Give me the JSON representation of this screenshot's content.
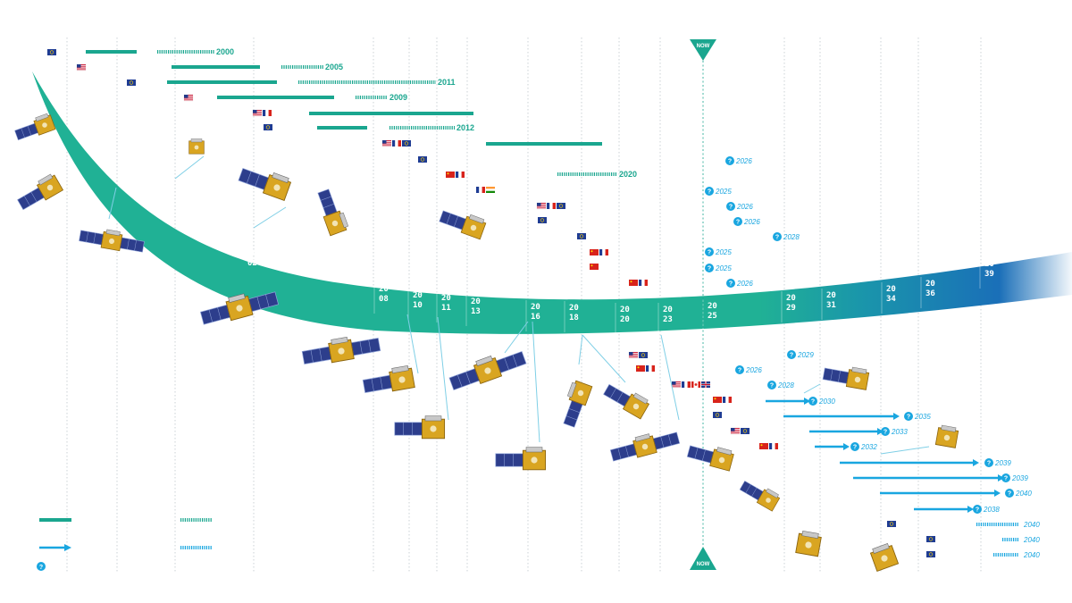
{
  "colors": {
    "teal": "#1aa68f",
    "blue": "#19a6e0",
    "band_start": "#20b195",
    "band_end": "#1a6fb8",
    "flag_eu": "#1f3c93",
    "flag_red": "#d8231b"
  },
  "now_label": "NOW",
  "axis_years": [
    "2002",
    "2008",
    "2010",
    "2011",
    "2013",
    "2016",
    "2018",
    "2020",
    "2023",
    "2025",
    "2029",
    "2031",
    "2034",
    "2036",
    "2039"
  ],
  "end_labels": [
    "2000",
    "2005",
    "2011",
    "2009",
    "2012",
    "2020"
  ],
  "future_labels": [
    "2026",
    "2025",
    "2026",
    "2026",
    "2028",
    "2025",
    "2025",
    "2026"
  ],
  "bottom_labels": [
    "2029",
    "2026",
    "2028",
    "2030",
    "2035",
    "2033",
    "2032",
    "2039",
    "2039",
    "2040",
    "2038",
    "2040",
    "2040",
    "2040"
  ],
  "question_mark": "?",
  "legend_icons": [
    "operating-line",
    "planned-arrow",
    "unknown-date",
    "extended-line",
    "future-dotted-line"
  ],
  "flags": [
    "eu",
    "us",
    "eu",
    "us",
    "us-fr",
    "eu",
    "us-fr-eu",
    "eu",
    "cn-fr",
    "fr-in",
    "us-fr-eu",
    "eu",
    "eu",
    "cn-fr",
    "cn",
    "cn-fr",
    "us-eu",
    "cn-fr",
    "us-fr-ca-uk",
    "cn-fr",
    "eu",
    "us-eu",
    "cn-fr",
    "eu",
    "eu",
    "eu"
  ]
}
